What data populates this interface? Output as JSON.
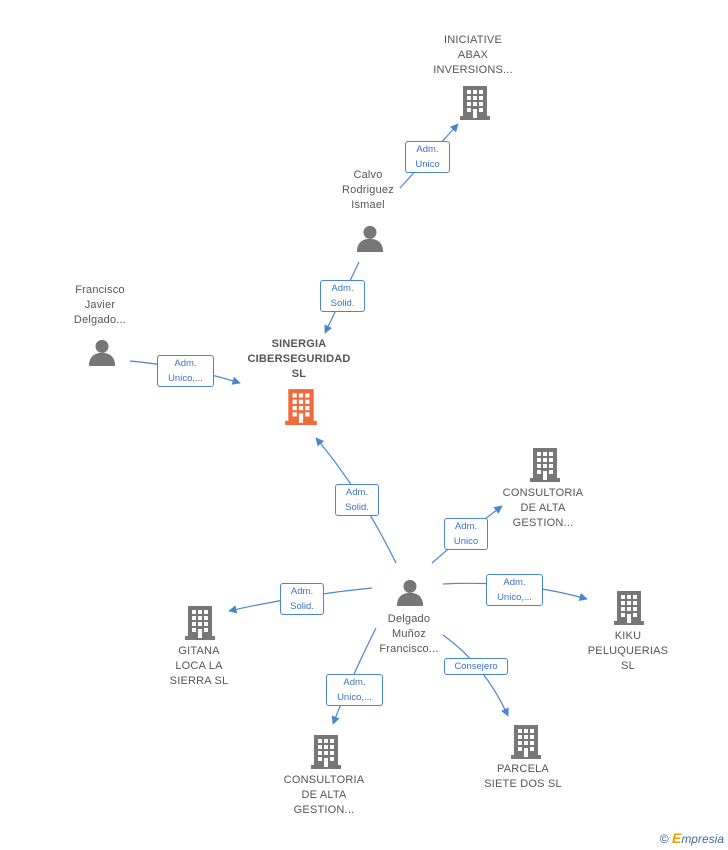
{
  "colors": {
    "edge": "#4a86d0",
    "node": "#777777",
    "focus": "#f26a3c"
  },
  "nodes": {
    "focus": {
      "label": "SINERGIA\nCIBERSEGURIDAD\nSL",
      "icon": "building-icon"
    },
    "iniciative": {
      "label": "INICIATIVE\nABAX\nINVERSIONS...",
      "icon": "building-icon"
    },
    "calvo": {
      "label": "Calvo\nRodriguez\nIsmael",
      "icon": "person-icon"
    },
    "francisco": {
      "label": "Francisco\nJavier\nDelgado...",
      "icon": "person-icon"
    },
    "delgado": {
      "label": "Delgado\nMuñoz\nFrancisco...",
      "icon": "person-icon"
    },
    "consultoria1": {
      "label": "CONSULTORIA\nDE ALTA\nGESTION...",
      "icon": "building-icon"
    },
    "kiku": {
      "label": "KIKU\nPELUQUERIAS\nSL",
      "icon": "building-icon"
    },
    "gitana": {
      "label": "GITANA\nLOCA LA\nSIERRA  SL",
      "icon": "building-icon"
    },
    "consultoria2": {
      "label": "CONSULTORIA\nDE ALTA\nGESTION...",
      "icon": "building-icon"
    },
    "parcela": {
      "label": "PARCELA\nSIETE DOS  SL",
      "icon": "building-icon"
    }
  },
  "edges": {
    "calvo_iniciative": "Adm.\nUnico",
    "calvo_focus": "Adm.\nSolid.",
    "francisco_focus": "Adm.\nUnico,...",
    "delgado_focus": "Adm.\nSolid.",
    "delgado_consultoria1": "Adm.\nUnico",
    "delgado_kiku": "Adm.\nUnico,...",
    "delgado_gitana": "Adm.\nSolid.",
    "delgado_consultoria2": "Adm.\nUnico,...",
    "delgado_parcela": "Consejero"
  },
  "footer": {
    "copyright": "©",
    "brand_initial": "E",
    "brand_rest": "mpresia"
  }
}
